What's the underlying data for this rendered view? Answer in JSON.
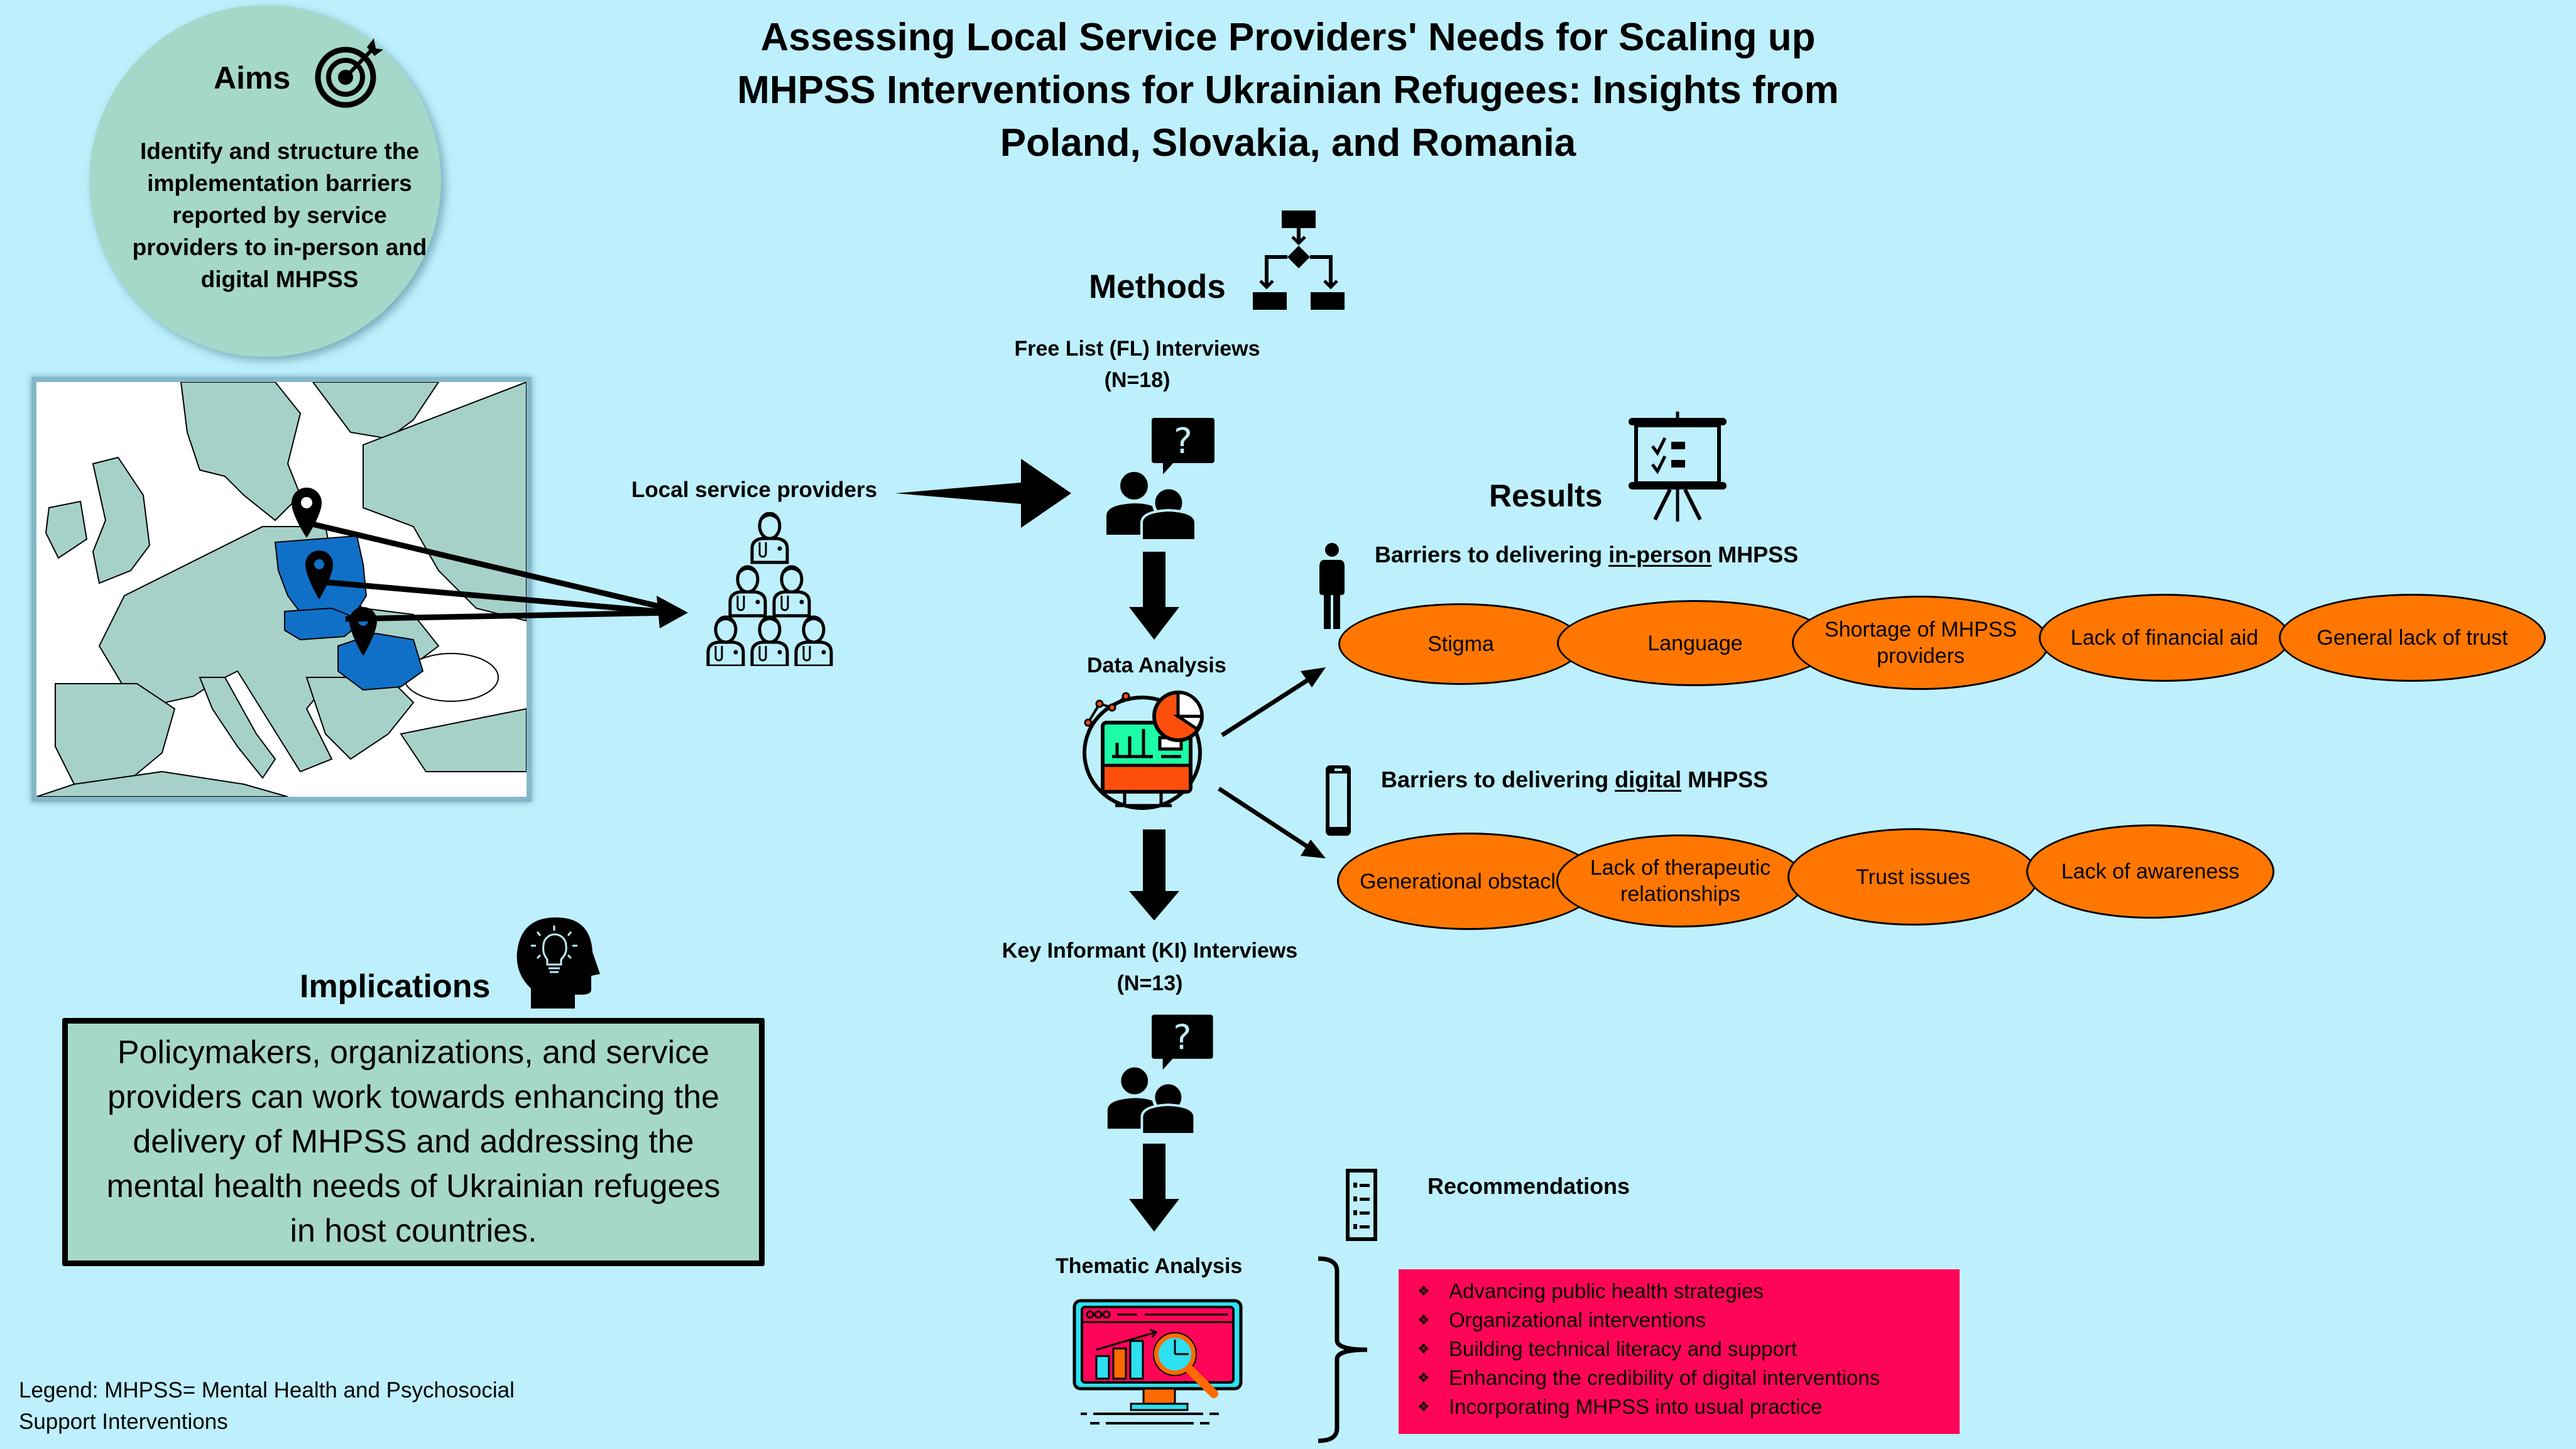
{
  "title": "Assessing Local Service Providers' Needs for Scaling up MHPSS Interventions for Ukrainian Refugees: Insights from Poland, Slovakia, and Romania",
  "aims": {
    "heading": "Aims",
    "icon": "target-icon",
    "text": "Identify and structure the implementation barriers reported by service providers to in-person and digital MHPSS"
  },
  "map": {
    "region": "Europe",
    "highlighted_countries": [
      "Poland",
      "Slovakia",
      "Romania"
    ],
    "highlight_color": "#1070c8",
    "land_color": "#a6d1c9",
    "pin_icon": "location-pin-icon"
  },
  "local_providers": {
    "label": "Local service providers",
    "icon": "healthcare-workers-icon"
  },
  "methods": {
    "heading": "Methods",
    "icon": "flowchart-icon",
    "steps": [
      {
        "label": "Free List (FL) Interviews",
        "n": "(N=18)",
        "icon": "interview-icon"
      },
      {
        "label": "Data Analysis",
        "icon": "data-analysis-monitor-icon"
      },
      {
        "label": "Key Informant (KI) Interviews",
        "n": "(N=13)",
        "icon": "interview-icon"
      },
      {
        "label": "Thematic Analysis",
        "icon": "thematic-analysis-monitor-icon"
      }
    ]
  },
  "results": {
    "heading": "Results",
    "icon": "presentation-board-icon",
    "in_person": {
      "prefix": "Barriers to delivering ",
      "emphasis": "in-person",
      "suffix": " MHPSS",
      "icon": "person-icon",
      "barriers": [
        "Stigma",
        "Language",
        "Shortage of MHPSS providers",
        "Lack of financial aid",
        "General lack of trust"
      ]
    },
    "digital": {
      "prefix": "Barriers to delivering ",
      "emphasis": "digital",
      "suffix": " MHPSS",
      "icon": "smartphone-icon",
      "barriers": [
        "Generational obstacles",
        "Lack of therapeutic relationships",
        "Trust issues",
        "Lack of awareness"
      ]
    },
    "barrier_color": "#ff7700"
  },
  "recommendations": {
    "heading": "Recommendations",
    "icon": "checklist-icon",
    "bullet": "❖",
    "box_color": "#ff0558",
    "items": [
      "Advancing public health strategies",
      "Organizational interventions",
      "Building technical literacy and support",
      "Enhancing the credibility of digital interventions",
      "Incorporating MHPSS into usual practice"
    ]
  },
  "implications": {
    "heading": "Implications",
    "icon": "head-lightbulb-icon",
    "text": "Policymakers, organizations, and service providers can work towards enhancing the delivery of MHPSS and addressing the mental health needs of Ukrainian refugees in host countries."
  },
  "legend": "Legend: MHPSS= Mental Health and Psychosocial Support Interventions",
  "colors": {
    "background": "#bdf0fc",
    "panel_green": "#a6d8c9"
  }
}
